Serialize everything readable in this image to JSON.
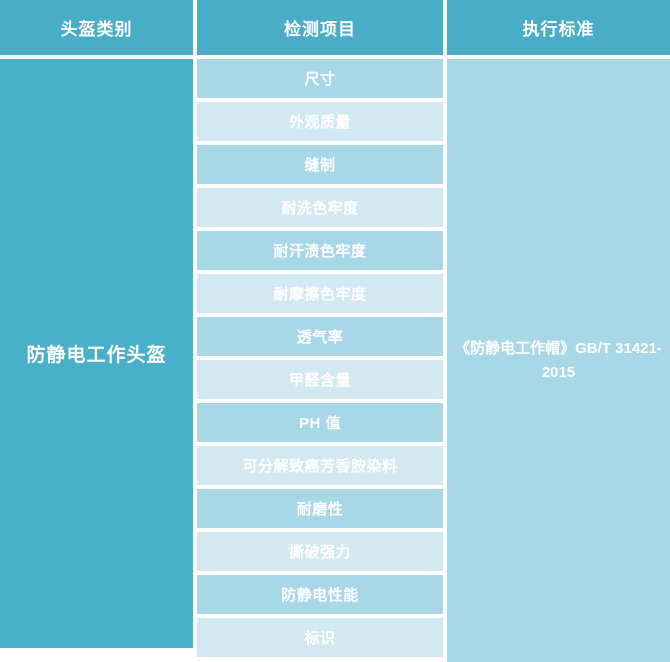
{
  "table": {
    "headers": [
      {
        "label": "头盔类别"
      },
      {
        "label": "检测项目"
      },
      {
        "label": "执行标准"
      }
    ],
    "category": "防静电工作头盔",
    "standard": "《防静电工作帽》GB/T 31421-2015",
    "items": [
      {
        "label": "尺寸"
      },
      {
        "label": "外观质量"
      },
      {
        "label": "缝制"
      },
      {
        "label": "耐洗色牢度"
      },
      {
        "label": "耐汗渍色牢度"
      },
      {
        "label": "耐摩擦色牢度"
      },
      {
        "label": "透气率"
      },
      {
        "label": "甲醛含量"
      },
      {
        "label": "PH 值"
      },
      {
        "label": "可分解致癌芳香胺染料"
      },
      {
        "label": "耐磨性"
      },
      {
        "label": "撕破强力"
      },
      {
        "label": "防静电性能"
      },
      {
        "label": "标识"
      }
    ],
    "colors": {
      "header_bg": "#49ADC8",
      "category_bg": "#49B0CA",
      "row_dark": "#A8D8E8",
      "row_light": "#D3E9F2",
      "text": "#FFFFFF",
      "page_bg": "#FFFFFF"
    }
  }
}
